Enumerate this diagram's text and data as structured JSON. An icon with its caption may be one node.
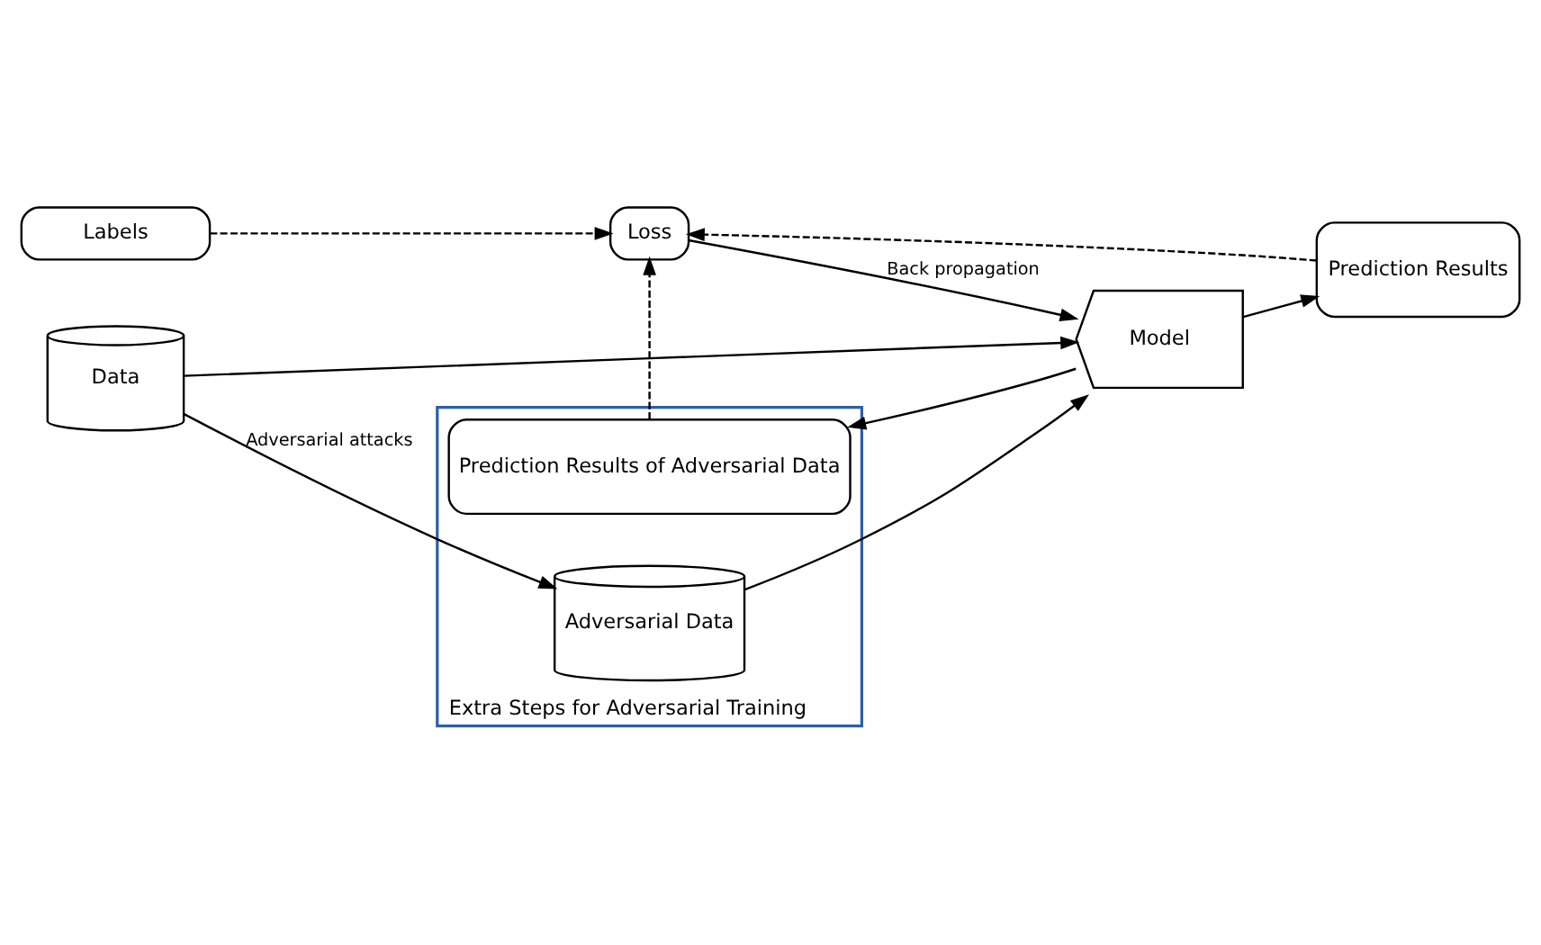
{
  "diagram": {
    "nodes": [
      {
        "text": [
          "Labels"
        ]
      },
      {
        "text": [
          "Loss"
        ]
      },
      {
        "text": [
          "Data"
        ]
      },
      {
        "text": [
          "Model"
        ]
      },
      {
        "text": [
          "Prediction Results"
        ]
      },
      {
        "text": [
          "Extra Steps for Adversarial Training"
        ]
      },
      {
        "text": [
          "Adversarial Data"
        ],
        "in": 5
      },
      {
        "text": [
          "Prediction Results of Adversarial Data"
        ],
        "in": 5
      }
    ],
    "edges": [
      {
        "from": 0,
        "to": 1,
        "arrow": "to",
        "style": "dashed"
      },
      {
        "from": 1,
        "to": 3,
        "arrow": "to",
        "label": "Back propagation"
      },
      {
        "from": 2,
        "to": 3,
        "arrow": "to"
      },
      {
        "from": 6,
        "to": 3,
        "arrow": "to"
      },
      {
        "from": 3,
        "to": 4,
        "arrow": "to"
      },
      {
        "from": 3,
        "to": 7,
        "arrow": "to"
      },
      {
        "from": 4,
        "to": 1,
        "arrow": "to",
        "style": "dashed"
      },
      {
        "from": 7,
        "to": 1,
        "arrow": "to",
        "style": "dashed"
      },
      {
        "from": 2,
        "to": 6,
        "arrow": "to",
        "label": "Adversarial attacks"
      }
    ]
  }
}
